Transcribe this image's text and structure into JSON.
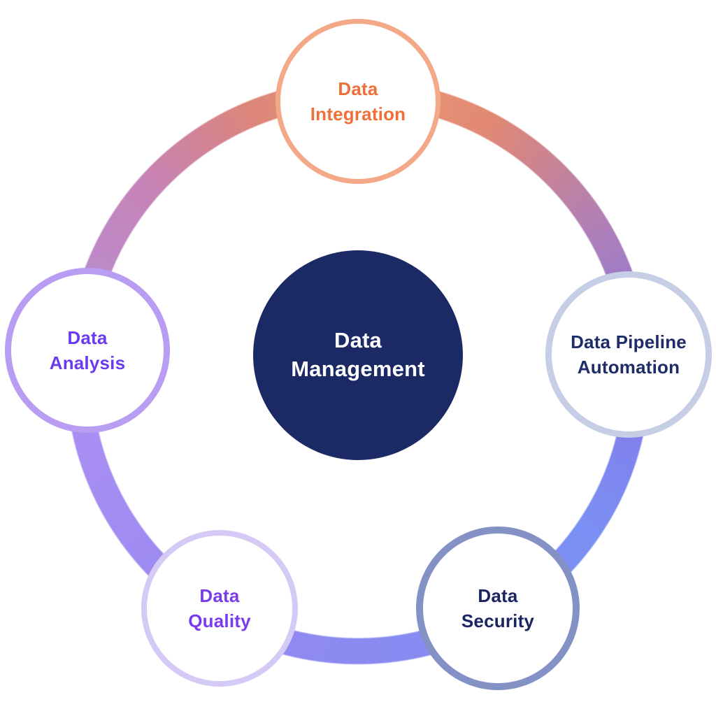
{
  "diagram": {
    "title": "Data Management",
    "type": "hub-and-spoke cycle diagram",
    "center": {
      "label": "Data Management",
      "line1": "Data",
      "line2": "Management",
      "bg_color": "#1B2A64",
      "text_color": "#FFFFFF"
    },
    "nodes": [
      {
        "id": "data-integration",
        "label": "Data Integration",
        "line1": "Data",
        "line2": "Integration",
        "position": "top",
        "border_color": "#F3A887",
        "text_color": "#EE7038"
      },
      {
        "id": "data-pipeline-automation",
        "label": "Data Pipeline Automation",
        "line1": "Data Pipeline",
        "line2": "Automation",
        "position": "right",
        "border_color": "#C6CEE6",
        "text_color": "#1E2C67"
      },
      {
        "id": "data-security",
        "label": "Data Security",
        "line1": "Data",
        "line2": "Security",
        "position": "bottom-right",
        "border_color": "#8491C5",
        "text_color": "#1A2562"
      },
      {
        "id": "data-quality",
        "label": "Data Quality",
        "line1": "Data",
        "line2": "Quality",
        "position": "bottom-left",
        "border_color": "#D5CAF5",
        "text_color": "#7A3BEF"
      },
      {
        "id": "data-analysis",
        "label": "Data Analysis",
        "line1": "Data",
        "line2": "Analysis",
        "position": "left",
        "border_color": "#B89DF3",
        "text_color": "#6C3BEF"
      }
    ],
    "ring": {
      "description": "circular connector with clockwise conic gradient starting at top",
      "stops": [
        {
          "deg": 0,
          "color": "#EC9B76"
        },
        {
          "deg": 28,
          "color": "#E18874"
        },
        {
          "deg": 55,
          "color": "#B580B0"
        },
        {
          "deg": 90,
          "color": "#8478E7"
        },
        {
          "deg": 125,
          "color": "#7B90F4"
        },
        {
          "deg": 180,
          "color": "#8A8AF0"
        },
        {
          "deg": 230,
          "color": "#9F8BF2"
        },
        {
          "deg": 262,
          "color": "#AA8FF2"
        },
        {
          "deg": 288,
          "color": "#BB8BCC"
        },
        {
          "deg": 312,
          "color": "#C683B6"
        },
        {
          "deg": 338,
          "color": "#DC8579"
        },
        {
          "deg": 360,
          "color": "#EC9B76"
        }
      ]
    }
  }
}
